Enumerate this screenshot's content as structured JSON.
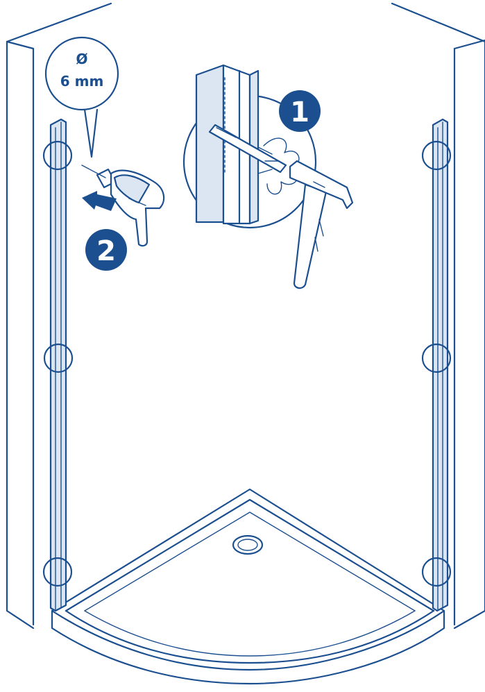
{
  "callout": {
    "symbol": "Ø",
    "size": "6 mm"
  },
  "steps": {
    "one": "1",
    "two": "2"
  },
  "colors": {
    "line": "#1b4f8f",
    "profile_fill": "#dbe6f2",
    "background": "#ffffff"
  },
  "icons": [
    "drill-icon",
    "hammer-icon",
    "arrow-icon",
    "wall-profile-icon",
    "shower-tray-icon",
    "drain-icon"
  ]
}
